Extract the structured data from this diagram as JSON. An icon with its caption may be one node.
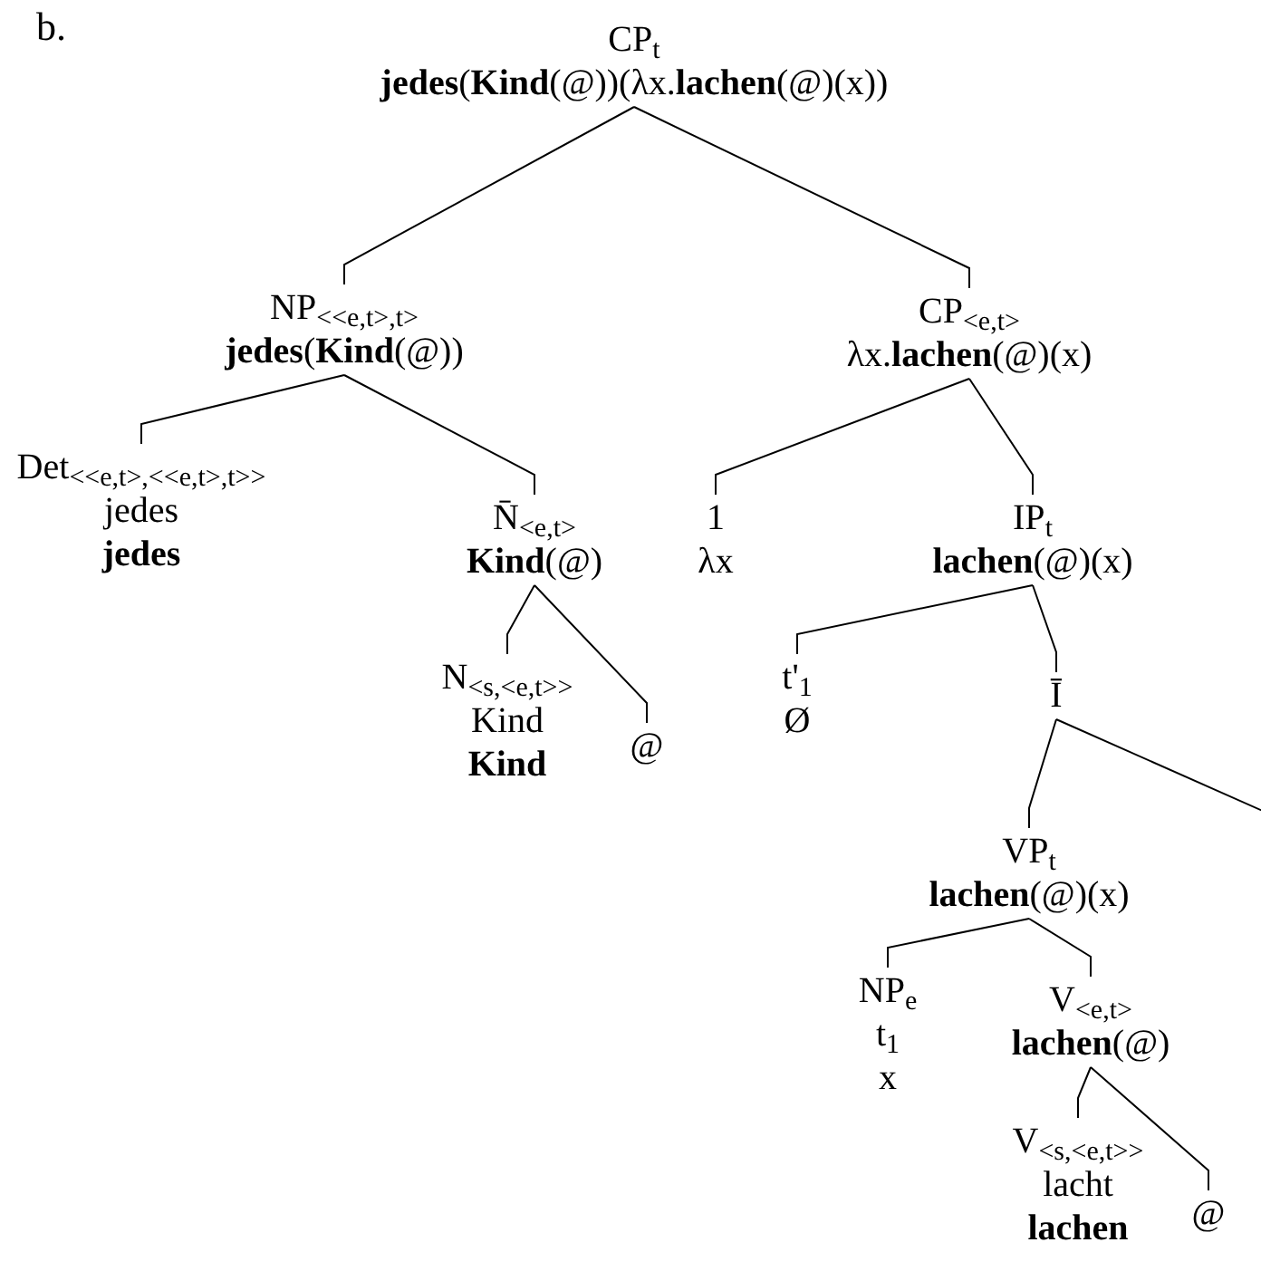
{
  "diagram": {
    "nodes": [
      {
        "text": [
          "CP$_{t}$",
          "**jedes**(**Kind**(@))(λx.**lachen**(@)(x))"
        ]
      },
      {
        "text": [
          "NP$_{<<e,t>,t>}$",
          "**jedes**(**Kind**(@))"
        ]
      },
      {
        "text": [
          "CP$_{<e,t>}$",
          "λx.**lachen**(@)(x)"
        ]
      },
      {
        "text": [
          "Det$_{<<e,t>,<<e,t>,t>>}$",
          "jedes",
          "jedes"
        ]
      },
      {
        "text": [
          "N̄$_{<e,t>}$",
          "**Kind**(@)"
        ]
      },
      {
        "text": [
          "1",
          "λx"
        ]
      },
      {
        "text": [
          "IP$_{t}$",
          "**lachen**(@)(x)"
        ]
      },
      {
        "text": [
          "N$_{<s,<e,t>>}$",
          "Kind",
          "Kind"
        ]
      },
      {
        "text": [
          "@"
        ]
      },
      {
        "text": [
          "t'$_{1}$",
          "Ø"
        ]
      },
      {
        "text": [
          "Ī"
        ]
      },
      {
        "text": [
          "VP$_{t}$",
          "**lachen**(@)(x)"
        ]
      },
      {
        "text": [
          "NP$_{e}$",
          "t$_{1}$",
          "x"
        ]
      },
      {
        "text": [
          "V$_{<e,t>}$",
          "**lachen**(@)"
        ]
      },
      {
        "text": [
          "V$_{<s,<e,t>>}$",
          "lacht",
          "lachen"
        ]
      },
      {
        "text": [
          "@"
        ]
      }
    ],
    "edges": [
      {
        "from": 0,
        "to": 1,
        "arrow": "none"
      },
      {
        "from": 0,
        "to": 2,
        "arrow": "none"
      },
      {
        "from": 1,
        "to": 3,
        "arrow": "none"
      },
      {
        "from": 1,
        "to": 4,
        "arrow": "none"
      },
      {
        "from": 2,
        "to": 5,
        "arrow": "none"
      },
      {
        "from": 2,
        "to": 6,
        "arrow": "none"
      },
      {
        "from": 4,
        "to": 7,
        "arrow": "none"
      },
      {
        "from": 4,
        "to": 8,
        "arrow": "none"
      },
      {
        "from": 6,
        "to": 9,
        "arrow": "none"
      },
      {
        "from": 6,
        "to": 10,
        "arrow": "none"
      },
      {
        "from": 10,
        "to": 11,
        "arrow": "none"
      },
      {
        "from": 10,
        "to": null,
        "arrow": "none"
      },
      {
        "from": 11,
        "to": 12,
        "arrow": "none"
      },
      {
        "from": 11,
        "to": 13,
        "arrow": "none"
      },
      {
        "from": 13,
        "to": 14,
        "arrow": "none"
      },
      {
        "from": 13,
        "to": 15,
        "arrow": "none"
      }
    ],
    "labels": [
      "b."
    ]
  }
}
